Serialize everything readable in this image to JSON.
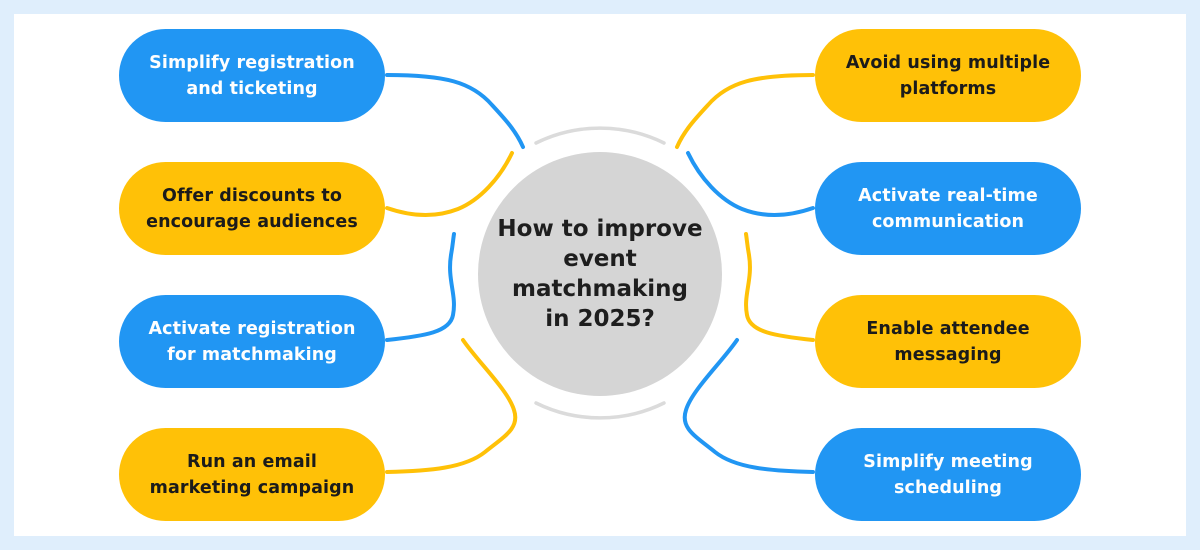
{
  "diagram": {
    "title": "How to improve event matchmaking in 2025?",
    "center": {
      "lines": [
        "How to improve",
        "event",
        "matchmaking",
        "in 2025?"
      ]
    },
    "nodes": [
      {
        "id": "simplify-registration-and-ticketing",
        "side": "left",
        "row": 1,
        "color": "blue",
        "label": "Simplify registration and ticketing",
        "lines": [
          "Simplify registration",
          "and ticketing"
        ]
      },
      {
        "id": "offer-discounts",
        "side": "left",
        "row": 2,
        "color": "yellow",
        "label": "Offer discounts to encourage audiences",
        "lines": [
          "Offer discounts to",
          "encourage audiences"
        ]
      },
      {
        "id": "activate-registration-matchmaking",
        "side": "left",
        "row": 3,
        "color": "blue",
        "label": "Activate registration for matchmaking",
        "lines": [
          "Activate registration",
          "for matchmaking"
        ]
      },
      {
        "id": "run-email-marketing-campaign",
        "side": "left",
        "row": 4,
        "color": "yellow",
        "label": "Run an email marketing campaign",
        "lines": [
          "Run an email",
          "marketing campaign"
        ]
      },
      {
        "id": "avoid-multiple-platforms",
        "side": "right",
        "row": 1,
        "color": "yellow",
        "label": "Avoid using multiple platforms",
        "lines": [
          "Avoid using multiple",
          "platforms"
        ]
      },
      {
        "id": "activate-realtime-communication",
        "side": "right",
        "row": 2,
        "color": "blue",
        "label": "Activate real-time communication",
        "lines": [
          "Activate real-time",
          "communication"
        ]
      },
      {
        "id": "enable-attendee-messaging",
        "side": "right",
        "row": 3,
        "color": "yellow",
        "label": "Enable attendee messaging",
        "lines": [
          "Enable attendee",
          "messaging"
        ]
      },
      {
        "id": "simplify-meeting-scheduling",
        "side": "right",
        "row": 4,
        "color": "blue",
        "label": "Simplify meeting scheduling",
        "lines": [
          "Simplify meeting",
          "scheduling"
        ]
      }
    ],
    "colors": {
      "node_blue": "#2196F3",
      "node_yellow": "#FFC107",
      "text_on_blue": "#FEFEFE",
      "text_on_yellow": "#1B1B1B",
      "center_circle_fill": "#D5D5D5",
      "ring_arc": "#DBDBDB",
      "center_text": "#1E1E1E",
      "canvas_background": "#FFFFFF",
      "frame_border": "#DFEEFC"
    }
  }
}
